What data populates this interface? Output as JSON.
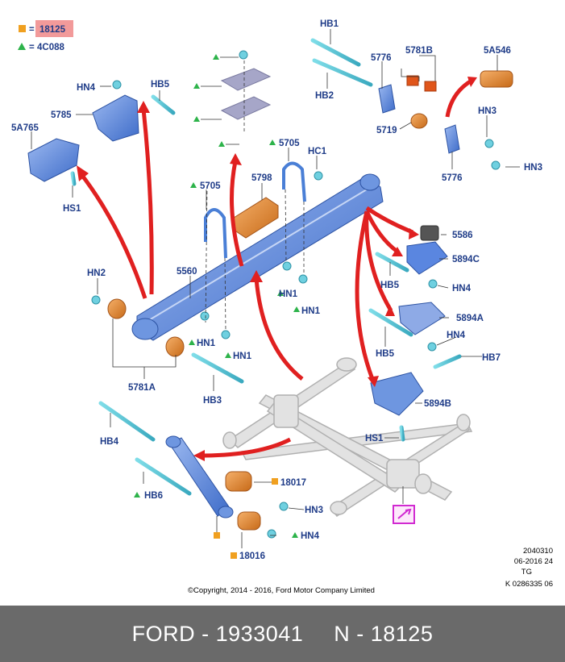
{
  "legend": {
    "square_symbol": "=",
    "square_code": "18125",
    "triangle_symbol": "=",
    "triangle_code": "4C088",
    "square_color": "#f0a020",
    "triangle_color": "#2db34a",
    "highlight_color": "#f29a9a"
  },
  "callouts": {
    "HB1": "HB1",
    "HB2": "HB2",
    "c5776_top": "5776",
    "c5781B": "5781B",
    "c5A546": "5A546",
    "HN3_a": "HN3",
    "c5719": "5719",
    "c5776_bot": "5776",
    "HN3_b": "HN3",
    "HN4_top": "HN4",
    "HB5_top": "HB5",
    "c5785": "5785",
    "c5A765": "5A765",
    "HS1_top": "HS1",
    "c5705_a": "5705",
    "HC1": "HC1",
    "c5798": "5798",
    "c5705_b": "5705",
    "c5586": "5586",
    "c5894C": "5894C",
    "HB5_mid": "HB5",
    "HN4_mid": "HN4",
    "c5560": "5560",
    "HN1_a": "HN1",
    "HN1_b": "HN1",
    "HN1_c": "HN1",
    "HN1_d": "HN1",
    "HN2": "HN2",
    "c5781A": "5781A",
    "HB3": "HB3",
    "c5894A": "5894A",
    "HB5_low": "HB5",
    "HN4_low": "HN4",
    "HB7": "HB7",
    "c5894B": "5894B",
    "HS1_low": "HS1",
    "HB4": "HB4",
    "HB6": "HB6",
    "c18017": "18017",
    "HN3_low": "HN3",
    "HN4_bottom": "HN4",
    "c18016": "18016"
  },
  "info_block": {
    "line1": "2040310",
    "line2": "06-2016 24",
    "line3": "TG",
    "line4": "K 0286335 06"
  },
  "copyright": "©Copyright, 2014 - 2016, Ford Motor Company Limited",
  "footer": {
    "left": "FORD - 1933041",
    "right": "N - 18125"
  },
  "colors": {
    "callout_text": "#1f3c88",
    "part_blue": "#4a7fd6",
    "part_orange": "#e08a2a",
    "arrow_red": "#e02020",
    "frame_gray": "#c8c8c8",
    "footer_bg": "#6a6a6a"
  }
}
